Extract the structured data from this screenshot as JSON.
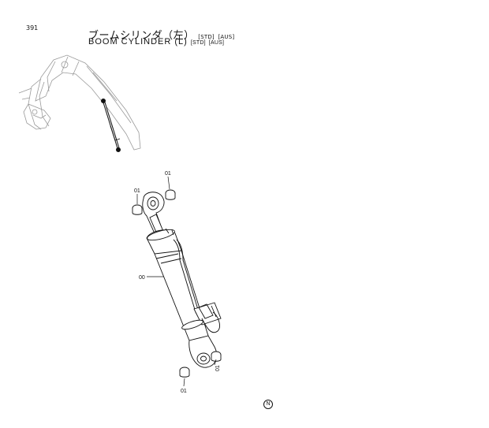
{
  "page": {
    "number": "391"
  },
  "title": {
    "japanese": "ブームシリンダ（左）",
    "english": "BOOM  CYLINDER  (L)",
    "tag_std": "[STD]",
    "tag_aus": "[AUS]"
  },
  "parts": {
    "cylinder_label": "00",
    "bushing_label": "01"
  },
  "footer": {
    "mark": "N"
  }
}
